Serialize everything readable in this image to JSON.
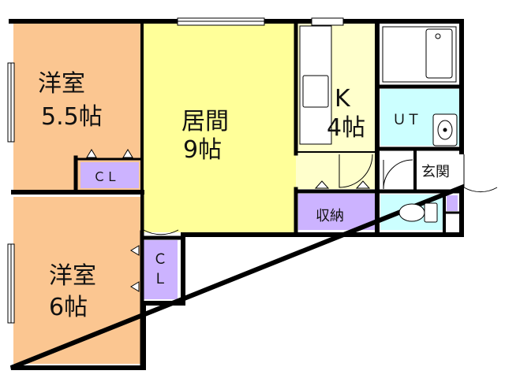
{
  "rooms": {
    "western_room_a": {
      "name": "洋室",
      "size": "5.5帖"
    },
    "living_room": {
      "name": "居間",
      "size": "9帖"
    },
    "kitchen": {
      "name": "K",
      "size": "4帖"
    },
    "utility": {
      "name": "ＵＴ"
    },
    "entrance": {
      "name": "玄関"
    },
    "storage": {
      "name": "収納"
    },
    "closet_a": {
      "name": "ＣＬ"
    },
    "closet_b": {
      "name_line1": "Ｃ",
      "name_line2": "Ｌ"
    },
    "western_room_b": {
      "name": "洋室",
      "size": "6帖"
    }
  },
  "colors": {
    "western_room": "#fbc691",
    "living_room": "#ffff99",
    "kitchen": "#ffffcc",
    "closet": "#ccb3ff",
    "wet_area": "#ccffff",
    "wall": "#000000"
  }
}
